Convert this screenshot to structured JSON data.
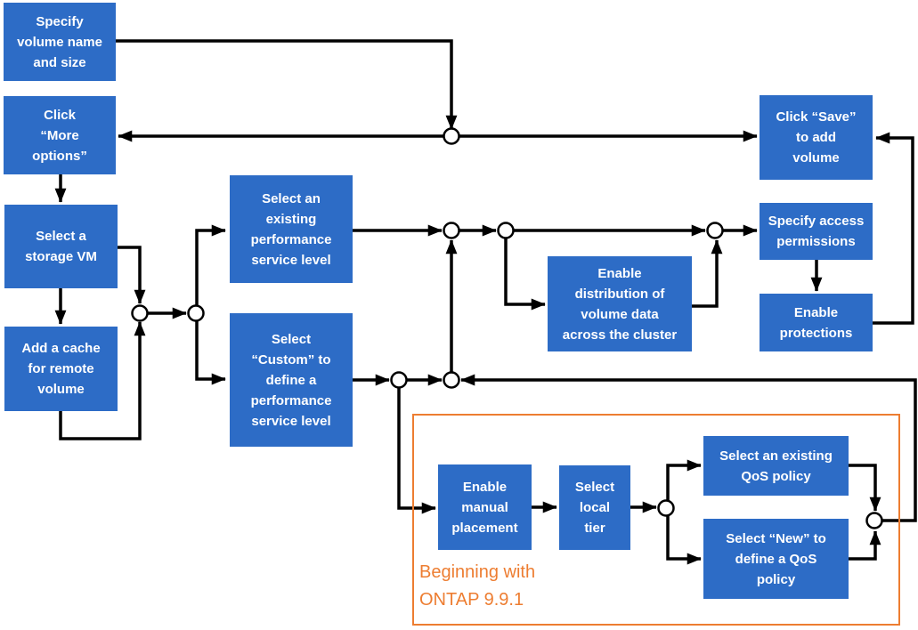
{
  "theme": {
    "box_blue": "#2d6cc6",
    "box_text": "#ffffff",
    "line_black": "#000000",
    "orange": "#ed7d31",
    "background": "#ffffff"
  },
  "nodes": {
    "specify_volume": {
      "label": "Specify\nvolume name\nand size"
    },
    "more_options": {
      "label": "Click\n“More\noptions”"
    },
    "storage_vm": {
      "label": "Select a\nstorage VM"
    },
    "add_cache": {
      "label": "Add a cache\nfor remote\nvolume"
    },
    "existing_psl": {
      "label": "Select an\nexisting\nperformance\nservice level"
    },
    "custom_psl": {
      "label": "Select\n“Custom” to\ndefine a\nperformance\nservice level"
    },
    "distribution": {
      "label": "Enable\ndistribution of\nvolume data\nacross the cluster"
    },
    "access_permissions": {
      "label": "Specify access\npermissions"
    },
    "protections": {
      "label": "Enable\nprotections"
    },
    "click_save": {
      "label": "Click “Save”\nto add\nvolume"
    },
    "manual_placement": {
      "label": "Enable\nmanual\nplacement"
    },
    "local_tier": {
      "label": "Select\nlocal\ntier"
    },
    "existing_qos": {
      "label": "Select an existing\nQoS policy"
    },
    "new_qos": {
      "label": "Select “New” to\ndefine a QoS\npolicy"
    }
  },
  "callout": {
    "label": "Beginning with\nONTAP 9.9.1"
  }
}
